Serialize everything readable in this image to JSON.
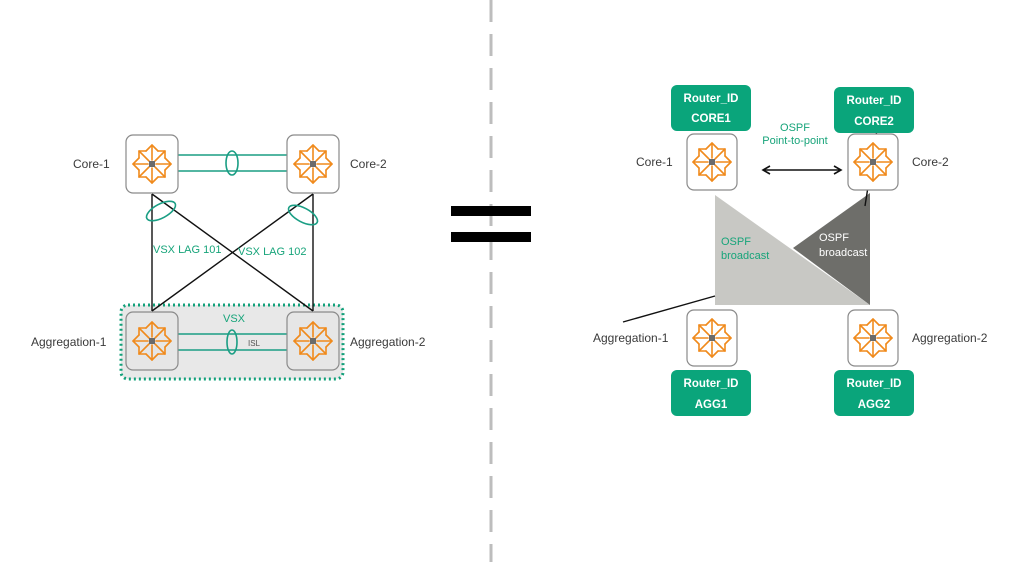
{
  "colors": {
    "accent_green": "#0aa57b",
    "link_teal": "#1a9e84",
    "switch_arrow_orange": "#f08a1c",
    "ospf_light_gray": "#c8c8c4",
    "ospf_dark_gray": "#6e6e6a",
    "vsx_border_green": "#12a07a"
  },
  "left": {
    "core1": "Core-1",
    "core2": "Core-2",
    "agg1": "Aggregation-1",
    "agg2": "Aggregation-2",
    "lag101": "VSX LAG 101",
    "lag102": "VSX LAG 102",
    "vsx": "VSX",
    "isl": "ISL"
  },
  "equals_symbol": "=",
  "right": {
    "core1": "Core-1",
    "core2": "Core-2",
    "agg1": "Aggregation-1",
    "agg2": "Aggregation-2",
    "ospf_p2p_line1": "OSPF",
    "ospf_p2p_line2": "Point-to-point",
    "ospf_bc1_line1": "OSPF",
    "ospf_bc1_line2": "broadcast",
    "ospf_bc2_line1": "OSPF",
    "ospf_bc2_line2": "broadcast",
    "badges": {
      "core1": {
        "line1": "Router_ID",
        "line2": "CORE1"
      },
      "core2": {
        "line1": "Router_ID",
        "line2": "CORE2"
      },
      "agg1": {
        "line1": "Router_ID",
        "line2": "AGG1"
      },
      "agg2": {
        "line1": "Router_ID",
        "line2": "AGG2"
      }
    }
  },
  "icons": {
    "switch": "network-switch-icon"
  }
}
